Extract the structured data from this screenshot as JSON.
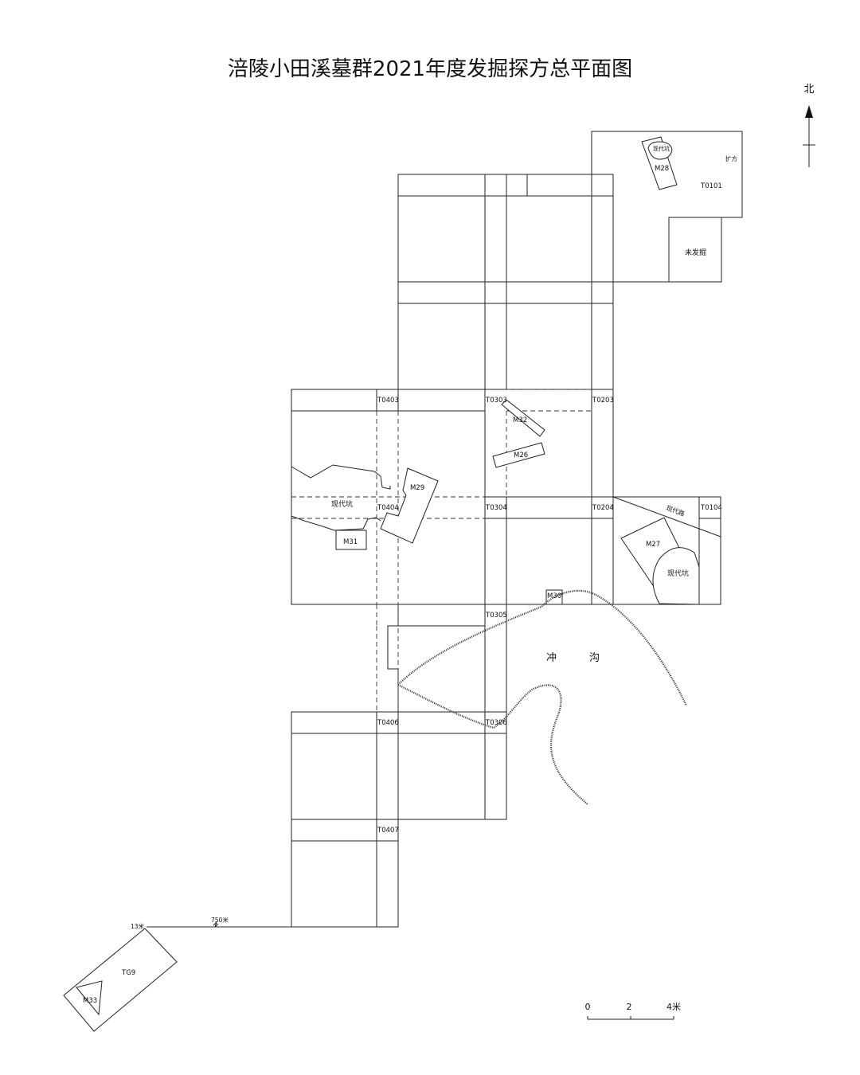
{
  "title": "涪陵小田溪墓群2021年度发掘探方总平面图",
  "north_label": "北",
  "trenches": {
    "t0101": "T0101",
    "t0104": "T0104",
    "t0203": "T0203",
    "t0204": "T0204",
    "t0303": "T0303",
    "t0304": "T0304",
    "t0305": "T0305",
    "t0306": "T0306",
    "t0403": "T0403",
    "t0404": "T0404",
    "t0406": "T0406",
    "t0407": "T0407",
    "tg9": "TG9"
  },
  "tombs": {
    "m26": "M26",
    "m27": "M27",
    "m28": "M28",
    "m29": "M29",
    "m30": "M30",
    "m31": "M31",
    "m32": "M32",
    "m33": "M33"
  },
  "features": {
    "extension": "扩方",
    "unexcavated": "未发掘",
    "modern_pit_m28": "现代坑",
    "modern_pit_west": "现代坑",
    "modern_pit_m27": "现代坑",
    "modern_road": "现代路",
    "gully_left": "冲",
    "gully_right": "沟"
  },
  "offsite": {
    "distance_label": "750米",
    "offset_label": "13米"
  },
  "scale_bar": {
    "tick_0": "0",
    "tick_2": "2",
    "tick_4": "4米"
  }
}
